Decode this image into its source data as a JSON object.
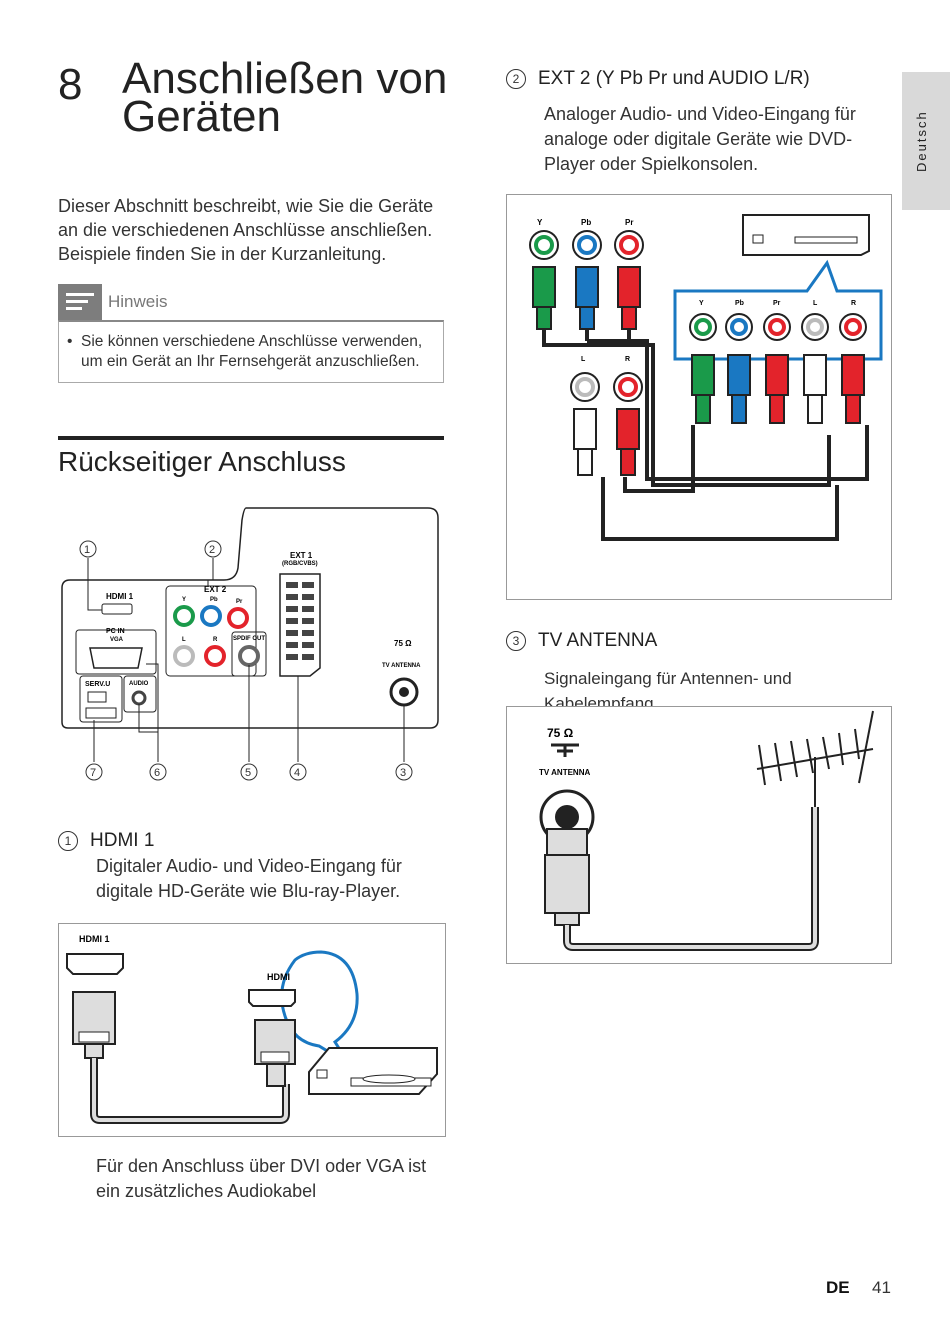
{
  "chapter": {
    "number": "8",
    "title": "Anschließen von Geräten"
  },
  "intro": "Dieser Abschnitt beschreibt, wie Sie die Geräte an die verschiedenen Anschlüsse anschließen. Beispiele finden Sie in der Kurzanleitung.",
  "note": {
    "label": "Hinweis",
    "text": "Sie können verschiedene Anschlüsse verwenden, um ein Gerät an Ihr Fernsehgerät anzuschließen."
  },
  "section_title": "Rückseitiger Anschluss",
  "rear_panel": {
    "hdmi1": "HDMI 1",
    "ext1": "EXT 1",
    "ext1_sub": "(RGB/CVBS)",
    "ext2": "EXT 2",
    "y": "Y",
    "pb": "Pb",
    "pr": "Pr",
    "l": "L",
    "r": "R",
    "spdif": "SPDIF OUT",
    "pcin": "PC IN",
    "vga": "VGA",
    "servu": "SERV.U",
    "audio": "AUDIO",
    "ohm": "75 Ω",
    "tv_antenna": "TV ANTENNA",
    "callouts": [
      "1",
      "2",
      "7",
      "6",
      "5",
      "4",
      "3"
    ]
  },
  "items": [
    {
      "num": "1",
      "title": "HDMI 1",
      "desc": "Digitaler Audio- und Video-Eingang für digitale HD-Geräte wie Blu-ray-Player.",
      "fig_label_tv": "HDMI 1",
      "fig_label_dev": "HDMI",
      "footnote": "Für den Anschluss über DVI oder VGA ist ein zusätzliches Audiokabel"
    },
    {
      "num": "2",
      "title": "EXT 2 (Y Pb Pr und AUDIO L/R)",
      "desc": "Analoger Audio- und Video-Eingang für analoge oder digitale Geräte wie DVD-Player oder Spielkonsolen."
    },
    {
      "num": "3",
      "title": "TV ANTENNA",
      "desc": "Signaleingang für Antennen- und Kabelempfang.",
      "fig_ohm": "75 Ω",
      "fig_label": "TV ANTENNA"
    }
  ],
  "side_tab": "Deutsch",
  "footer": {
    "lang": "DE",
    "page": "41"
  },
  "colors": {
    "green": "#1a9a4a",
    "blue": "#1a78c2",
    "red": "#e3232b",
    "cable": "#222222",
    "tab": "#d9d9d9"
  }
}
